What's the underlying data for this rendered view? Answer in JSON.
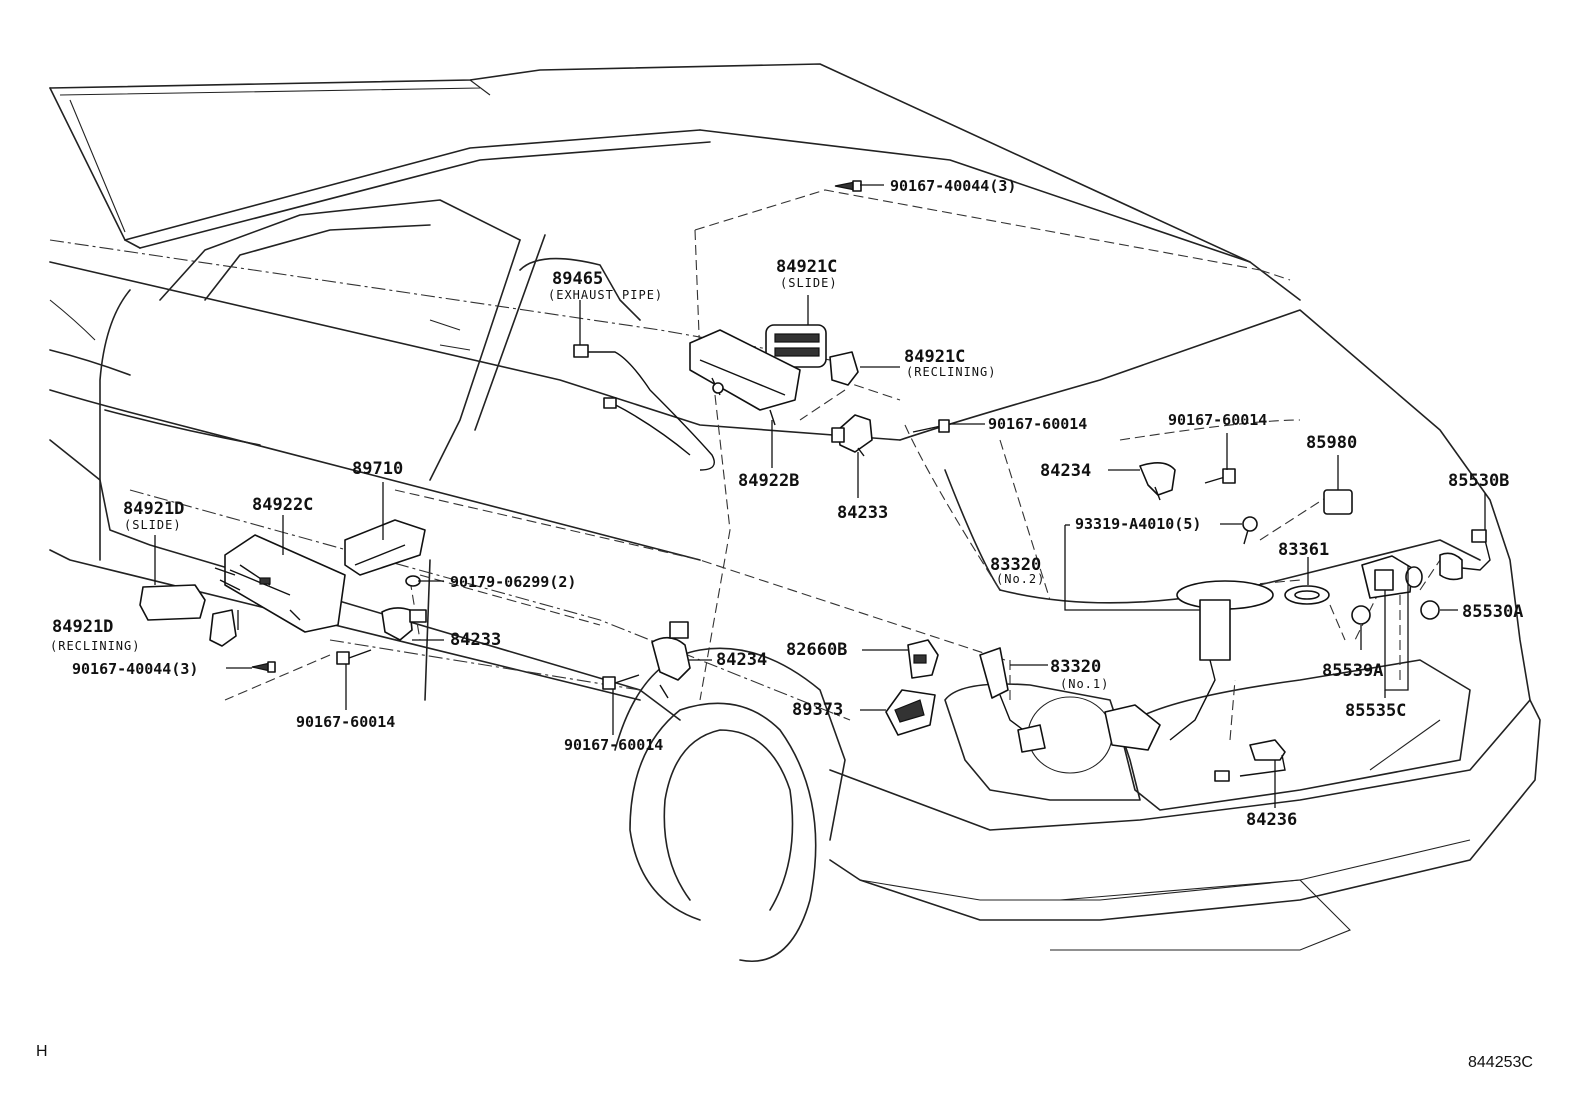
{
  "diagram_id": "844253C",
  "corner_mark": "H",
  "labels": {
    "l_90167_40044_top": "90167-40044(3)",
    "l_84921c_slide": "84921C",
    "l_84921c_slide_sub": "(SLIDE)",
    "l_89465": "89465",
    "l_89465_sub": "(EXHAUST PIPE)",
    "l_84921c_recl": "84921C",
    "l_84921c_recl_sub": "(RECLINING)",
    "l_90167_60014_a": "90167-60014",
    "l_90167_60014_b": "90167-60014",
    "l_84922b": "84922B",
    "l_84233_a": "84233",
    "l_84234_a": "84234",
    "l_85980": "85980",
    "l_85530b": "85530B",
    "l_89710": "89710",
    "l_84921d_slide": "84921D",
    "l_84921d_slide_sub": "(SLIDE)",
    "l_84922c": "84922C",
    "l_93319": "93319-A4010(5)",
    "l_83320_no2": "83320",
    "l_83320_no2_sub": "(No.2)",
    "l_83361": "83361",
    "l_90179": "90179-06299(2)",
    "l_85530a": "85530A",
    "l_84921d_recl": "84921D",
    "l_84921d_recl_sub": "(RECLINING)",
    "l_84233_b": "84233",
    "l_82660b": "82660B",
    "l_83320_no1": "83320",
    "l_83320_no1_sub": "(No.1)",
    "l_85539a": "85539A",
    "l_90167_40044_left": "90167-40044(3)",
    "l_84234_b": "84234",
    "l_89373": "89373",
    "l_85535c": "85535C",
    "l_90167_60014_c": "90167-60014",
    "l_90167_60014_d": "90167-60014",
    "l_84236": "84236"
  }
}
